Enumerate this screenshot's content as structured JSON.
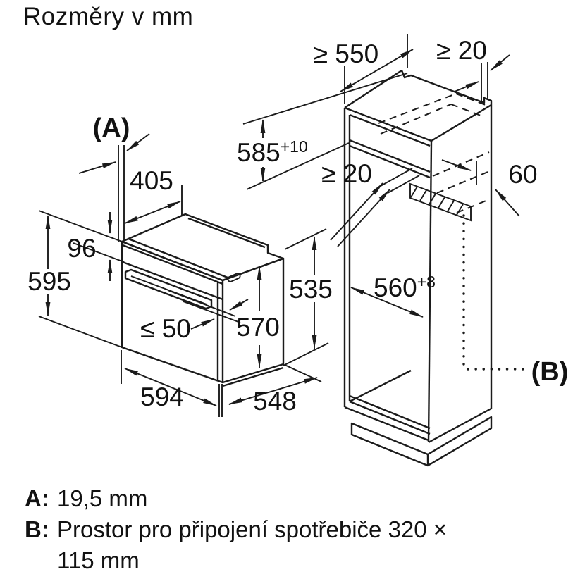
{
  "title": "Rozměry v mm",
  "diagram": {
    "oven": {
      "label_a": "(A)",
      "top_depth": "405",
      "panel_height": "96",
      "height": "595",
      "door_clearance": "≤ 50",
      "body_height": "570",
      "rear_height": "535",
      "width": "594",
      "body_width": "548"
    },
    "cabinet": {
      "depth_min": "≥ 550",
      "rear_gap_top": "≥ 20",
      "niche_height": "585",
      "niche_height_tol": "+10",
      "rear_gap_mid": "≥ 20",
      "rear_channel": "60",
      "niche_width": "560",
      "niche_width_tol": "+8",
      "label_b": "(B)"
    }
  },
  "legend": {
    "a_key": "A:",
    "a_value": "19,5 mm",
    "b_key": "B:",
    "b_value": "Prostor pro připojení spotřebiče 320 ×\n115 mm"
  }
}
